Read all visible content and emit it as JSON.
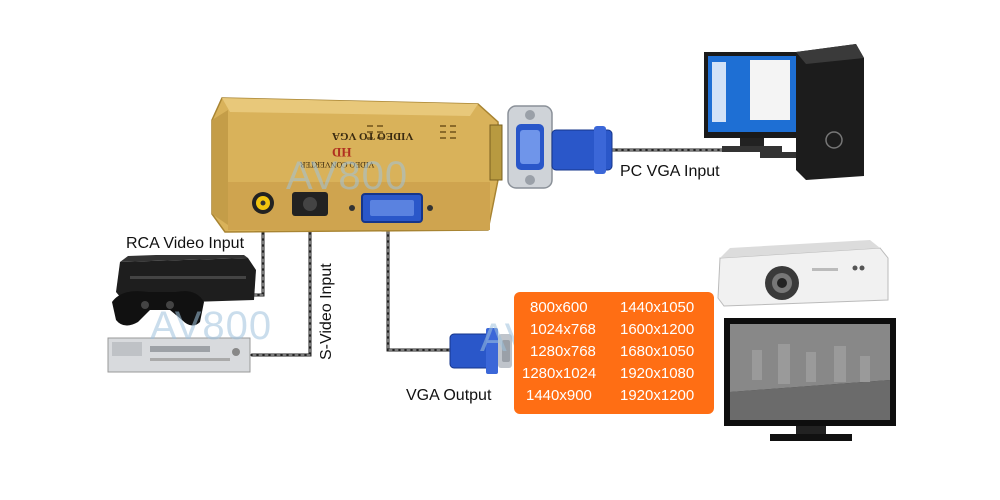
{
  "device": {
    "brand_text": "HD",
    "model_text": "VIDEO TO VGA",
    "sub_text": "VIDEO CONVERTER"
  },
  "labels": {
    "pc_vga_input": "PC VGA Input",
    "rca_video_input": "RCA Video Input",
    "s_video_input": "S-Video Input",
    "vga_output": "VGA Output"
  },
  "watermark": "AV800",
  "resolutions": {
    "left": [
      "800x600",
      "1024x768",
      "1280x768",
      "1280x1024",
      "1440x900"
    ],
    "right": [
      "1440x1050",
      "1600x1200",
      "1680x1050",
      "1920x1080",
      "1920x1200"
    ]
  },
  "colors": {
    "accent_orange": "#ff6e14",
    "device_gold": "#d9b25a",
    "vga_blue": "#2a57c9"
  }
}
